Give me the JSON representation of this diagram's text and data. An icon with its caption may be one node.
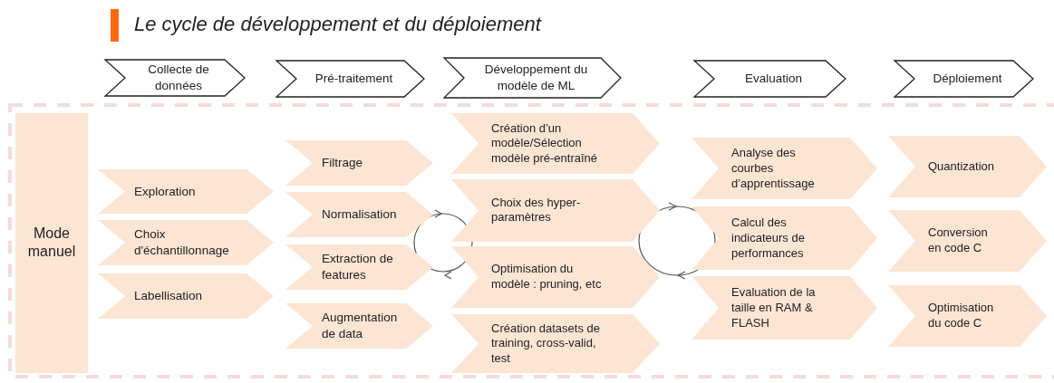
{
  "diagram": {
    "title": "Le cycle de développement et du déploiement",
    "nodes": [
      {
        "text": [
          "Collecte de données"
        ]
      },
      {
        "text": [
          "Pré-traitement"
        ]
      },
      {
        "text": [
          "Développement du modèle de ML"
        ]
      },
      {
        "text": [
          "Evaluation"
        ]
      },
      {
        "text": [
          "Déploiement"
        ]
      },
      {
        "text": [
          "Mode manuel"
        ]
      },
      {
        "text": [
          "Exploration"
        ]
      },
      {
        "text": [
          "Choix d'échantillonnage"
        ]
      },
      {
        "text": [
          "Labellisation"
        ]
      },
      {
        "text": [
          "Filtrage"
        ]
      },
      {
        "text": [
          "Normalisation"
        ]
      },
      {
        "text": [
          "Extraction de features"
        ]
      },
      {
        "text": [
          "Augmentation de data"
        ]
      },
      {
        "text": [
          "Création d’un modèle/Sélection modèle pré-entraîné"
        ]
      },
      {
        "text": [
          "Choix des hyper-paramètres"
        ]
      },
      {
        "text": [
          "Optimisation du modèle : pruning, etc"
        ]
      },
      {
        "text": [
          "Création datasets de training, cross-valid, test"
        ]
      },
      {
        "text": [
          "Analyse des courbes d’apprentissage"
        ]
      },
      {
        "text": [
          "Calcul des indicateurs de performances"
        ]
      },
      {
        "text": [
          "Evaluation de la taille en RAM & FLASH"
        ]
      },
      {
        "text": [
          "Quantization"
        ]
      },
      {
        "text": [
          "Conversion en code C"
        ]
      },
      {
        "text": [
          "Optimisation du code C"
        ]
      }
    ]
  }
}
